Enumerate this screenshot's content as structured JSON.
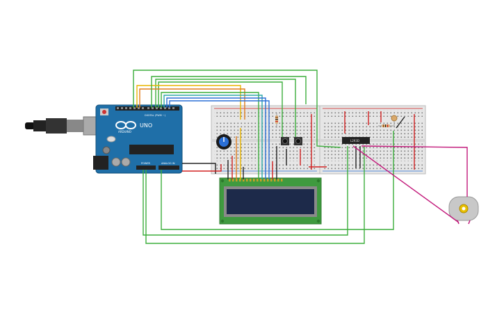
{
  "arduino": {
    "brand_text": "ARDUINO",
    "model_text": "UNO",
    "digital_label": "DIGITAL (PWM ~)",
    "power_label": "POWER",
    "analog_label": "ANALOG IN"
  },
  "motor_driver": {
    "label": "L293D"
  },
  "colors": {
    "board_blue": "#1f6fa8",
    "breadboard": "#e6e6e6",
    "lcd_green": "#3f9a3f",
    "lcd_screen": "#1d2a4a",
    "wire_green": "#3cae3c",
    "wire_yellow": "#e8b500",
    "wire_orange": "#e07b1a",
    "wire_blue": "#2a6fd6",
    "wire_red": "#d22020",
    "wire_black": "#222222",
    "wire_magenta": "#c2187a"
  },
  "icons": [
    "usb-cable-icon",
    "potentiometer-icon",
    "pushbutton-icon",
    "resistor-icon",
    "photoresistor-icon",
    "dc-motor-icon"
  ]
}
